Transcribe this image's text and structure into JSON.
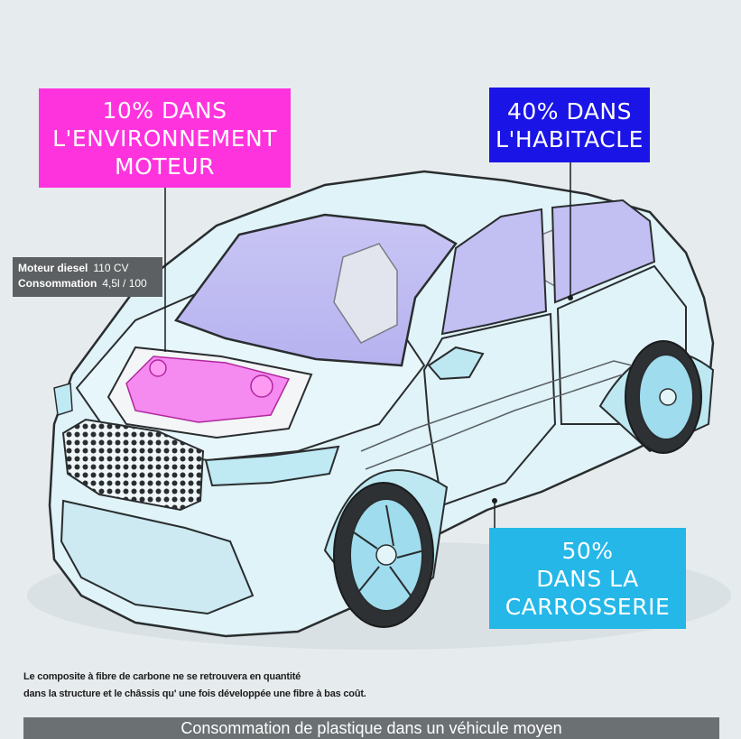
{
  "callouts": {
    "engine": "10% DANS\nL'ENVIRONNEMENT\nMOTEUR",
    "cabin": "40% DANS\nL'HABITACLE",
    "body": "50%\nDANS LA\nCARROSSERIE"
  },
  "specs": {
    "engine_label": "Moteur diesel",
    "engine_value": "110 CV",
    "consumption_label": "Consommation",
    "consumption_value": "4,5l / 100"
  },
  "note": {
    "line1": "Le composite à fibre de carbone ne se retrouvera en quantité",
    "line2": "dans la structure et le châssis qu' une fois développée une fibre à bas coût."
  },
  "footer": "Consommation de plastique dans un véhicule moyen",
  "colors": {
    "engine": "#ff33dd",
    "cabin": "#1a14e6",
    "body": "#25b7e8",
    "background": "#e6ecee"
  }
}
